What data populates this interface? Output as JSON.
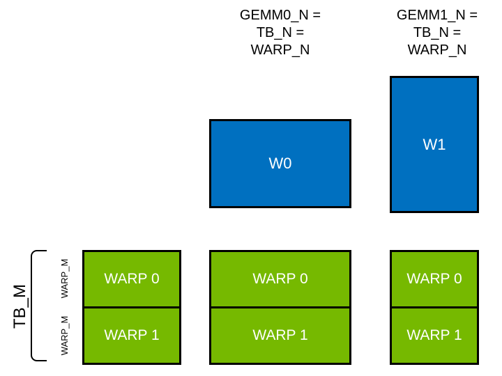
{
  "diagram": {
    "title_context": "GEMM warp tiling diagram",
    "column_headers": [
      {
        "lines": [
          "GEMM0_N =",
          "TB_N =",
          "WARP_N"
        ]
      },
      {
        "lines": [
          "GEMM1_N =",
          "TB_N =",
          "WARP_N"
        ]
      }
    ],
    "gemm0_accumulator_tile": {
      "label": "W0"
    },
    "gemm1_accumulator_tile": {
      "label": "W1"
    },
    "warp_groups": [
      {
        "warps": [
          "WARP 0",
          "WARP 1"
        ]
      },
      {
        "warps": [
          "WARP 0",
          "WARP 1"
        ]
      },
      {
        "warps": [
          "WARP 0",
          "WARP 1"
        ]
      }
    ],
    "left_annotations": {
      "tb_m_label": "TB_M",
      "warp_m_labels": [
        "WARP_M",
        "WARP_M"
      ]
    },
    "colors": {
      "accumulator_tile_blue": "#0070C0",
      "warp_tile_green": "#76B900",
      "outline_black": "#000000",
      "tile_text_white": "#FFFFFF",
      "annotation_text_black": "#000000",
      "background_white": "#FFFFFF"
    }
  }
}
